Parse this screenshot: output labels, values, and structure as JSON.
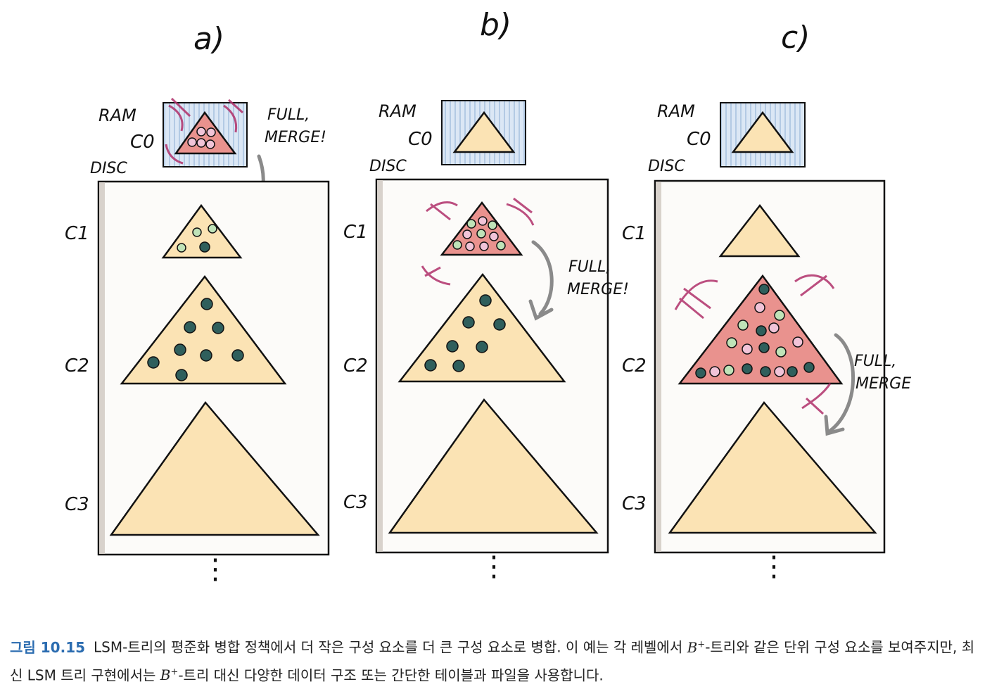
{
  "panels": [
    {
      "label": "a)",
      "ram": "RAM",
      "c0": "C0",
      "disc": "DISC",
      "levels": [
        "C1",
        "C2",
        "C3"
      ],
      "note": [
        "FULL,",
        "MERGE!"
      ],
      "full_component": "C0",
      "continuation": "⋮"
    },
    {
      "label": "b)",
      "ram": "RAM",
      "c0": "C0",
      "disc": "DISC",
      "levels": [
        "C1",
        "C2",
        "C3"
      ],
      "note": [
        "FULL,",
        "MERGE!"
      ],
      "full_component": "C1",
      "continuation": "⋮"
    },
    {
      "label": "c)",
      "ram": "RAM",
      "c0": "C0",
      "disc": "DISC",
      "levels": [
        "C1",
        "C2",
        "C3"
      ],
      "note": [
        "FULL,",
        "MERGE"
      ],
      "full_component": "C2",
      "continuation": "⋮"
    }
  ],
  "caption": {
    "number": "그림 10.15",
    "part1": "LSM-트리의 평준화 병합 정책에서 더 작은 구성 요소를 더 큰 구성 요소로 병합. 이 예는 각 레벨에서 ",
    "math1_base": "B",
    "math1_sup": "+",
    "part2": "-트리와 같은 단위 구성 요소를 보여주지만, 최신 LSM 트리 구현에서는 ",
    "math2_base": "B",
    "math2_sup": "+",
    "part3": "-트리 대신 다양한 데이터 구조 또는 간단한 테이블과 파일을 사용합니다."
  },
  "colors": {
    "triangle_fill": "#fbe3b4",
    "full_fill": "#e9928e",
    "ram_fill": "#d3e2f2",
    "dot": "#2f5f5c",
    "merge_scribble": "#b0306a",
    "arrow": "#8a8a8a"
  }
}
